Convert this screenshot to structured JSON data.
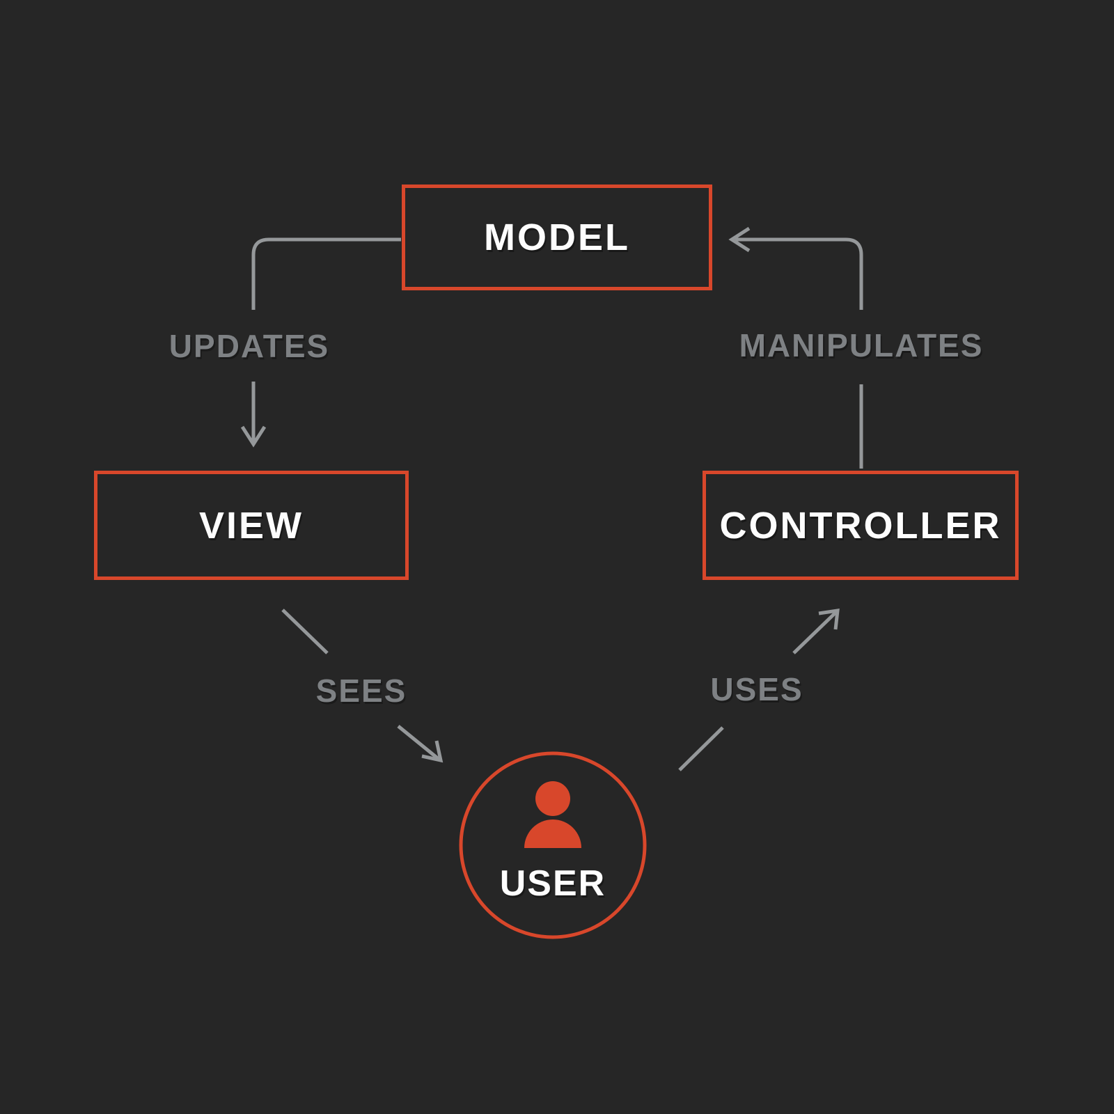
{
  "title": "MVC pattern diagram",
  "colors": {
    "background": "#262626",
    "accent": "#d8472b",
    "arrow": "#95989a",
    "edge_label": "#7e8184",
    "node_text": "#fdfdfd"
  },
  "diagram": {
    "nodes": {
      "model": {
        "label": "MODEL",
        "shape": "rectangle"
      },
      "view": {
        "label": "VIEW",
        "shape": "rectangle"
      },
      "controller": {
        "label": "CONTROLLER",
        "shape": "rectangle"
      },
      "user": {
        "label": "USER",
        "shape": "circle",
        "icon": "person-icon"
      }
    },
    "edges": {
      "updates": {
        "label": "UPDATES",
        "from": "MODEL",
        "to": "VIEW"
      },
      "manipulates": {
        "label": "MANIPULATES",
        "from": "CONTROLLER",
        "to": "MODEL"
      },
      "sees": {
        "label": "SEES",
        "from": "VIEW",
        "to": "USER"
      },
      "uses": {
        "label": "USES",
        "from": "USER",
        "to": "CONTROLLER"
      }
    }
  }
}
